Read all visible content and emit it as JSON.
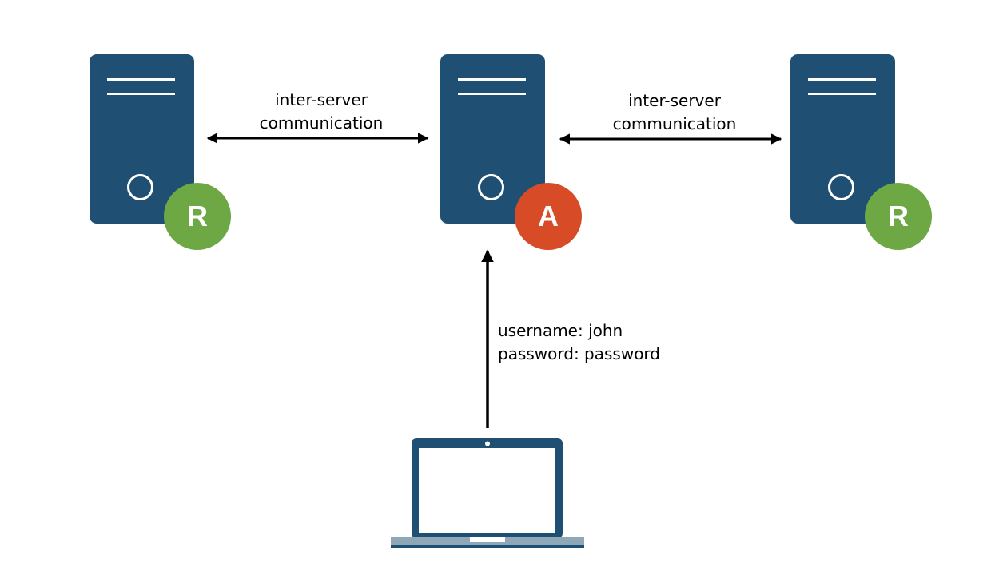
{
  "servers": [
    {
      "name": "left",
      "badge": "R"
    },
    {
      "name": "center",
      "badge": "A"
    },
    {
      "name": "right",
      "badge": "R"
    }
  ],
  "links": [
    {
      "line1": "inter-server",
      "line2": "communication"
    },
    {
      "line1": "inter-server",
      "line2": "communication"
    }
  ],
  "client": {
    "username_line": "username: john",
    "password_line": "password: password"
  },
  "colors": {
    "server": "#1f5074",
    "replica_badge": "#6ea845",
    "active_badge": "#d84b27",
    "laptop_base": "#8fa8b8"
  },
  "icons": [
    "server-icon",
    "laptop-icon",
    "double-arrow-icon",
    "arrow-up-icon"
  ]
}
